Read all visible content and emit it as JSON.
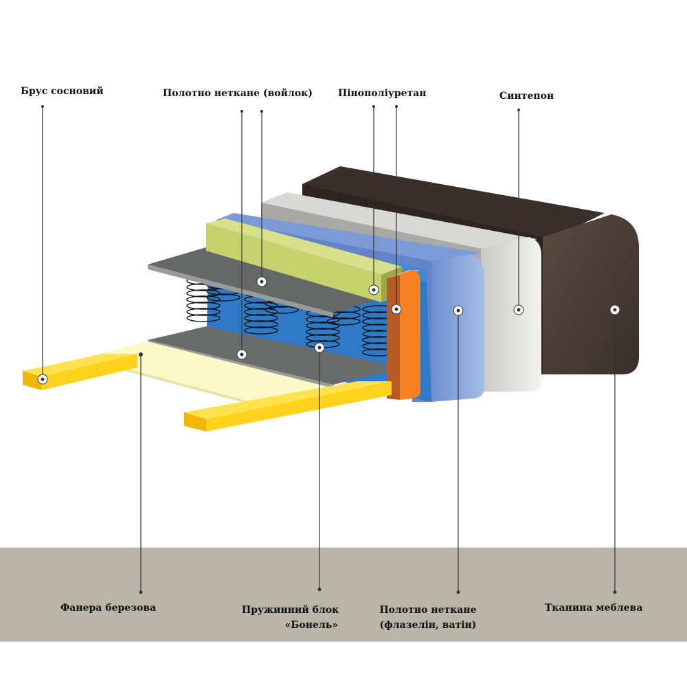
{
  "colors": {
    "background": "#ffffff",
    "floor": "#b9b5a9",
    "fabric": "#4a3d36",
    "sintepon": "#e9e9e7",
    "nonwoven_blue": "#91aee0",
    "foam_blue": "#2f7ac6",
    "foam_orange": "#f58220",
    "felt_green": "#c6d36c",
    "felt_gray": "#666767",
    "plywood": "#fdf8c7",
    "pine_beam": "#ffd21c"
  },
  "labels": {
    "brus": "Брус сосновий",
    "vojlok": "Полотно нетканe (войлок)",
    "pinopoliuretan": "Пінополіуретан",
    "sintepon": "Синтепон",
    "fanera": "Фанера березова",
    "bonnel_line1": "Пружинний блок",
    "bonnel_line2": "«Бонель»",
    "flizelin_line1": "Полотно нетканe",
    "flizelin_line2": "(флазелін, ватін)",
    "tkanyna": "Тканина меблева"
  }
}
